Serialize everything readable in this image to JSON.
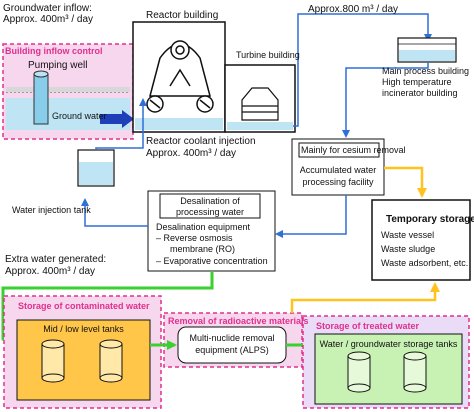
{
  "labels": {
    "groundwater_inflow_1": "Groundwater inflow:",
    "groundwater_inflow_2": "Approx. 400m³ / day",
    "reactor_building": "Reactor building",
    "approx_800": "Approx.800 m³ / day",
    "building_inflow_control": "Building inflow control",
    "pumping_well": "Pumping well",
    "ground_water": "Ground water",
    "turbine_building": "Turbine building",
    "main_process_1": "Main process building",
    "main_process_2": "High temperature",
    "main_process_3": "incinerator building",
    "reactor_coolant_1": "Reactor coolant injection",
    "reactor_coolant_2": "Approx. 400m³ / day",
    "water_injection_tank": "Water injection tank",
    "cesium_removal": "Mainly for cesium removal",
    "accumulated_1": "Accumulated water",
    "accumulated_2": "processing facility",
    "desal_title_1": "Desalination of",
    "desal_title_2": "processing water",
    "desal_equipment": "Desalination equipment",
    "desal_ro_1": "– Reverse osmosis",
    "desal_ro_2": "membrane (RO)",
    "desal_evap": "– Evaporative concentration",
    "temp_storage_title": "Temporary storage",
    "temp_storage_1": "Waste vessel",
    "temp_storage_2": "Waste sludge",
    "temp_storage_3": "Waste adsorbent, etc.",
    "extra_water_1": "Extra water generated:",
    "extra_water_2": "Approx. 400m³ / day",
    "removal_radioactive": "Removal of radioactive materials",
    "storage_contaminated": "Storage of contaminated water",
    "mid_low_tanks": "Mid / low level tanks",
    "alps_1": "Multi-nuclide removal",
    "alps_2": "equipment (ALPS)",
    "storage_treated": "Storage of treated water",
    "water_groundwater_tanks": "Water / groundwater storage tanks"
  },
  "colors": {
    "pink_dashed": "#e0308e",
    "pink_fill": "#f7d7ee",
    "blue_flow": "#2f6fd6",
    "green_flow": "#39d12f",
    "yellow_flow": "#ffc21e",
    "tank_orange": "#ffc64a",
    "tank_green": "#c8f2b4",
    "water_blue": "#bfe5f5"
  }
}
